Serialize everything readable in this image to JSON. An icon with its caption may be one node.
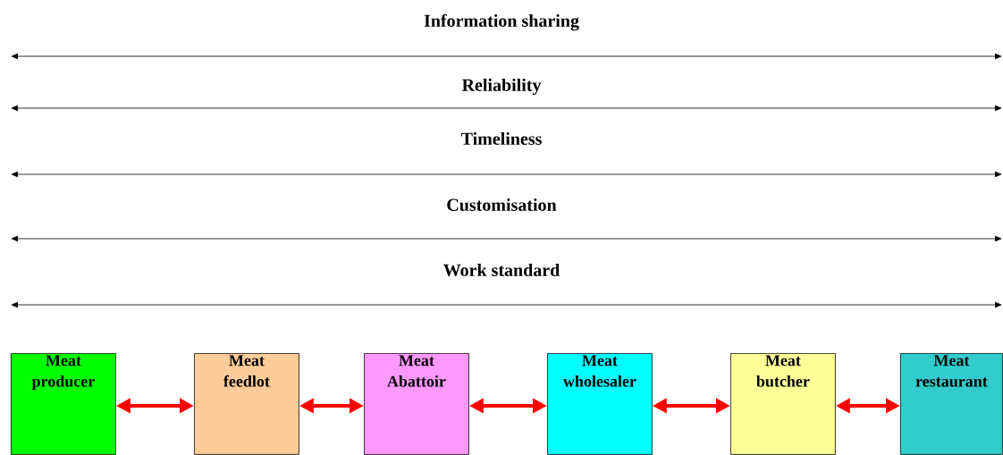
{
  "diagram": {
    "nodes": [
      {
        "text": [
          "Meat producer"
        ]
      },
      {
        "text": [
          "Meat feedlot"
        ]
      },
      {
        "text": [
          "Meat Abattoir"
        ]
      },
      {
        "text": [
          "Meat wholesaler"
        ]
      },
      {
        "text": [
          "Meat butcher"
        ]
      },
      {
        "text": [
          "Meat restaurant"
        ]
      }
    ],
    "edges": [
      {
        "from": 0,
        "to": 1,
        "arrow": "both"
      },
      {
        "from": 1,
        "to": 2,
        "arrow": "both"
      },
      {
        "from": 2,
        "to": 3,
        "arrow": "both"
      },
      {
        "from": 3,
        "to": 4,
        "arrow": "both"
      },
      {
        "from": 4,
        "to": 5,
        "arrow": "both"
      }
    ],
    "labels": [
      "Information sharing",
      "Reliability",
      "Timeliness",
      "Customisation",
      "Work standard"
    ]
  }
}
